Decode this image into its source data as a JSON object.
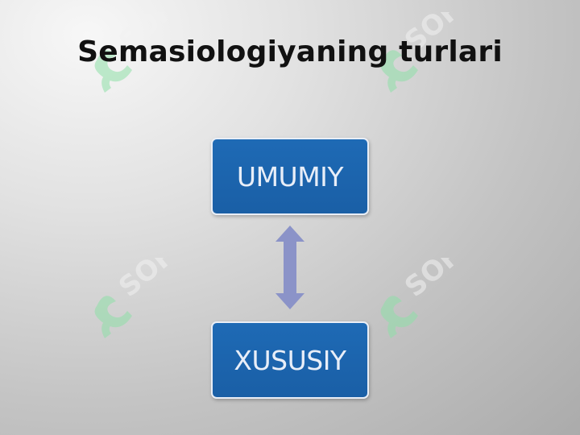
{
  "slide": {
    "title": "Semasiologiyaning turlari"
  },
  "diagram": {
    "top_box": {
      "label": "UMUMIY"
    },
    "bottom_box": {
      "label": "XUSUSIY"
    },
    "connector": "double-headed-arrow"
  },
  "watermark": {
    "text": "SOFF",
    "color": "#8fe0a8"
  },
  "colors": {
    "box_fill": "#1e6ab5",
    "arrow_fill": "#8b93c8"
  }
}
